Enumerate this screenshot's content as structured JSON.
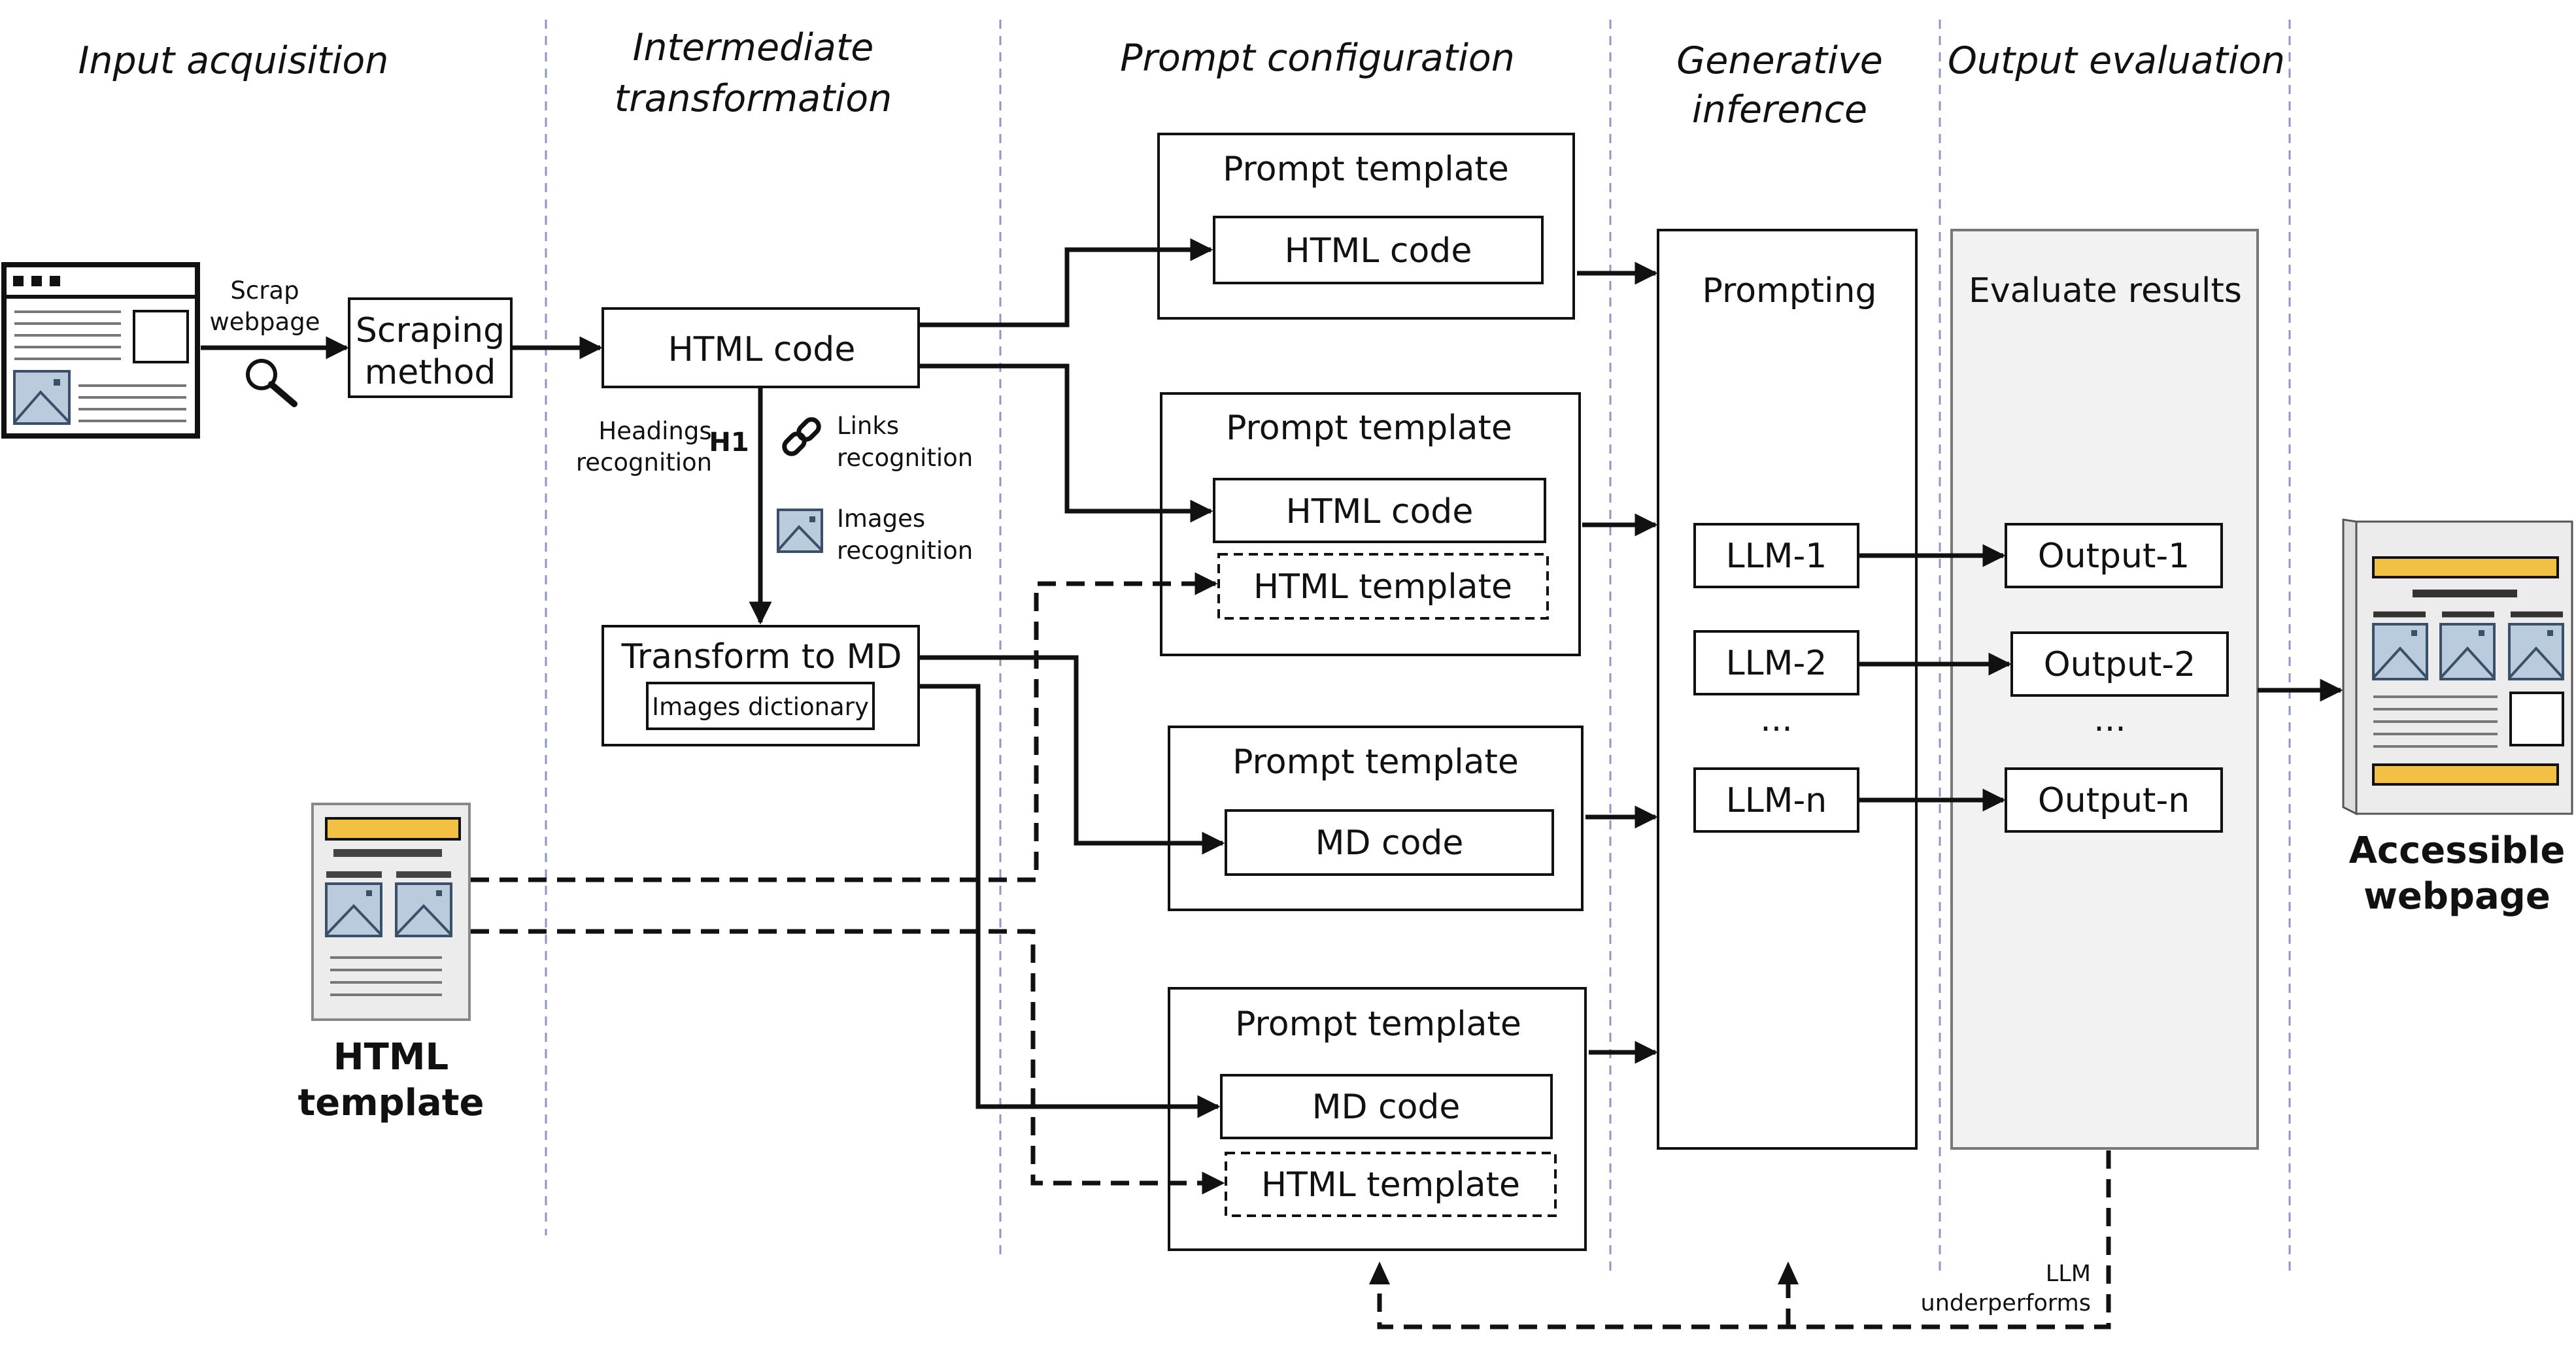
{
  "stages": {
    "input": "Input acquisition",
    "intermediate_1": "Intermediate",
    "intermediate_2": "transformation",
    "prompt": "Prompt configuration",
    "generative_1": "Generative",
    "generative_2": "inference",
    "output": "Output evaluation"
  },
  "scrap": {
    "line1": "Scrap",
    "line2": "webpage"
  },
  "scraping_method": {
    "line1": "Scraping",
    "line2": "method"
  },
  "html_code": "HTML code",
  "recognition": {
    "headings_1": "Headings",
    "headings_2": "recognition",
    "h1_icon": "H1",
    "links_1": "Links",
    "links_2": "recognition",
    "images_1": "Images",
    "images_2": "recognition"
  },
  "transform": {
    "title": "Transform to MD",
    "images_dict": "Images dictionary"
  },
  "html_template_caption": {
    "line1": "HTML",
    "line2": "template"
  },
  "prompt_templates": [
    {
      "title": "Prompt template",
      "code": "HTML code"
    },
    {
      "title": "Prompt template",
      "code": "HTML code",
      "template": "HTML template"
    },
    {
      "title": "Prompt template",
      "code": "MD code"
    },
    {
      "title": "Prompt template",
      "code": "MD code",
      "template": "HTML template"
    }
  ],
  "prompting": "Prompting",
  "llms": [
    "LLM-1",
    "LLM-2",
    "LLM-n"
  ],
  "llm_ellipsis": "...",
  "evaluate": "Evaluate results",
  "outputs": [
    "Output-1",
    "Output-2",
    "Output-n"
  ],
  "output_ellipsis": "...",
  "feedback": {
    "line1": "LLM",
    "line2": "underperforms"
  },
  "accessible": {
    "line1": "Accessible",
    "line2": "webpage"
  },
  "colors": {
    "accent_yellow": "#f2c144",
    "image_blue": "#b9cbdc",
    "panel_gray": "#f2f2f2",
    "divider": "#8f95c6"
  }
}
